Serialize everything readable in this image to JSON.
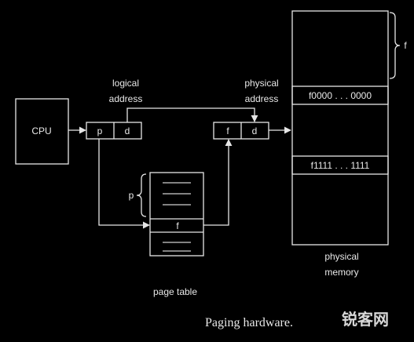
{
  "cpu": {
    "label": "CPU"
  },
  "logical_address": {
    "label_line1": "logical",
    "label_line2": "address",
    "page_field": "p",
    "offset_field": "d"
  },
  "physical_address": {
    "label_line1": "physical",
    "label_line2": "address",
    "frame_field": "f",
    "offset_field": "d"
  },
  "page_table": {
    "label": "page table",
    "brace_label": "p",
    "selected_entry": "f"
  },
  "physical_memory": {
    "label_line1": "physical",
    "label_line2": "memory",
    "frame_start": "f0000 . . . 0000",
    "frame_end": "f1111 . . . 1111",
    "brace_label": "f"
  },
  "caption": "Paging hardware.",
  "watermark": "锐客网"
}
